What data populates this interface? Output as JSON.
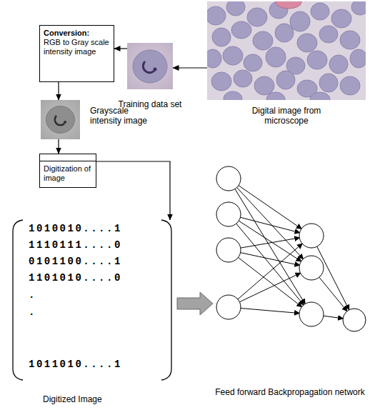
{
  "diagram": {
    "nodes": [
      {
        "text": [
          "Digital image from microscope"
        ]
      },
      {
        "text": [
          "Training data set"
        ]
      },
      {
        "text": [
          "Conversion:",
          "RGB to Gray scale intensity image"
        ]
      },
      {
        "text": [
          "Grayscale intensity image"
        ]
      },
      {
        "text": [
          "Digitization of image"
        ]
      },
      {
        "text": [
          "1010010....1",
          "1110111....0",
          "0101100....1",
          "1101010....0",
          ".",
          ".",
          "1011010....1",
          "Digitized Image"
        ]
      },
      {
        "text": [
          "Feed forward Backpropagation network"
        ]
      }
    ],
    "edges": [
      {
        "from": 0,
        "to": 1,
        "arrow": "to"
      },
      {
        "from": 1,
        "to": 2,
        "arrow": "to"
      },
      {
        "from": 2,
        "to": 3,
        "arrow": "to"
      },
      {
        "from": 3,
        "to": 4,
        "arrow": "to"
      },
      {
        "from": 4,
        "to": 5,
        "arrow": "to"
      },
      {
        "from": 5,
        "to": 6,
        "arrow": "to"
      }
    ]
  }
}
